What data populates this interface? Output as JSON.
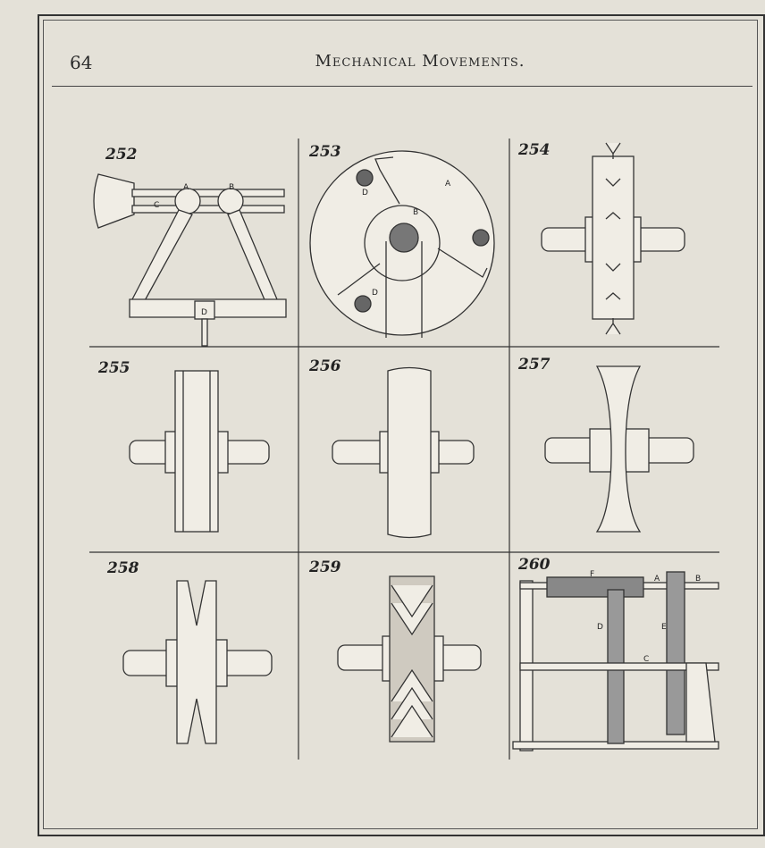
{
  "page": {
    "number": "64",
    "title": "Mechanical Movements."
  },
  "figures": [
    {
      "id": "fig-252",
      "number": "252",
      "labels": [
        "A",
        "B",
        "C",
        "D"
      ]
    },
    {
      "id": "fig-253",
      "number": "253",
      "labels": [
        "A",
        "B",
        "D",
        "D"
      ]
    },
    {
      "id": "fig-254",
      "number": "254",
      "labels": []
    },
    {
      "id": "fig-255",
      "number": "255",
      "labels": []
    },
    {
      "id": "fig-256",
      "number": "256",
      "labels": []
    },
    {
      "id": "fig-257",
      "number": "257",
      "labels": []
    },
    {
      "id": "fig-258",
      "number": "258",
      "labels": []
    },
    {
      "id": "fig-259",
      "number": "259",
      "labels": []
    },
    {
      "id": "fig-260",
      "number": "260",
      "labels": [
        "F",
        "A",
        "B",
        "D",
        "E",
        "C"
      ]
    }
  ]
}
